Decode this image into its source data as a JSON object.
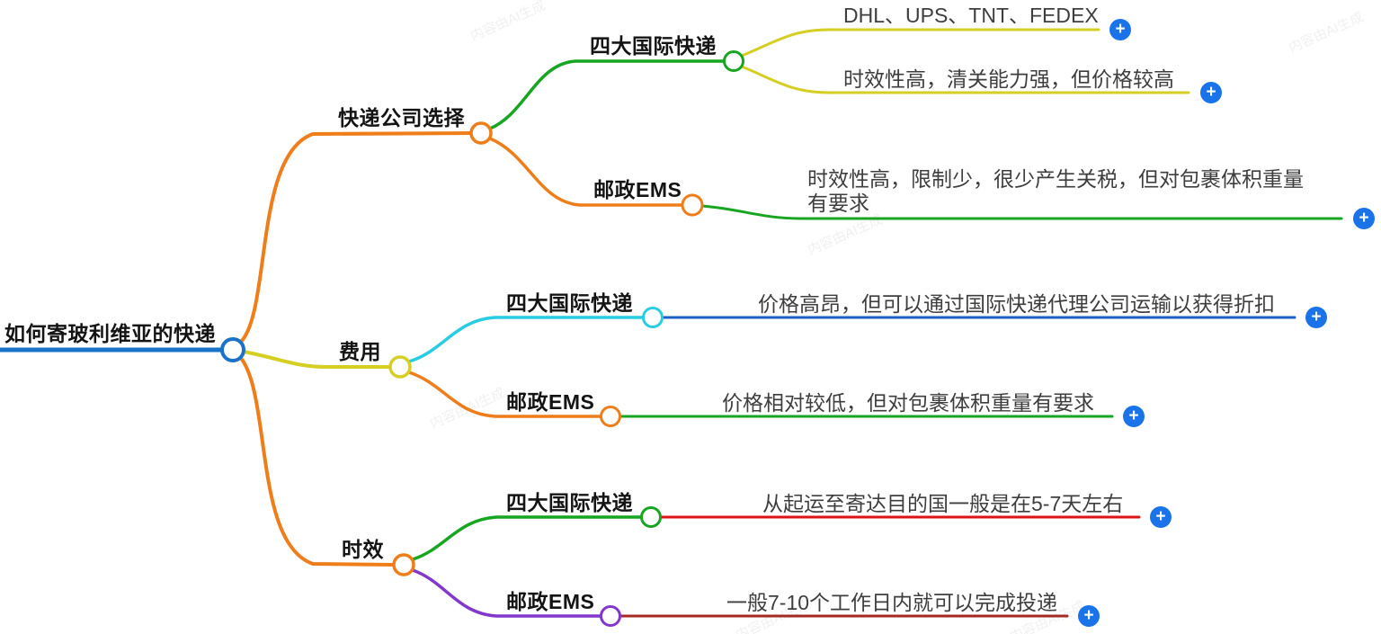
{
  "colors": {
    "blue": "#1A73C8",
    "dark_blue": "#1D5FC4",
    "orange": "#EF7D1A",
    "yellow": "#D5CE23",
    "green": "#17A522",
    "cyan": "#29CCE2",
    "red": "#DC1414",
    "dark_red": "#A52A21",
    "purple": "#8238CC",
    "plus_blue": "#1A73E8"
  },
  "icons": {
    "plus": "+"
  },
  "watermark": "内容由AI生成",
  "root": {
    "label": "如何寄玻利维亚的快递"
  },
  "branches": [
    {
      "label": "快递公司选择",
      "children": [
        {
          "label": "四大国际快递",
          "leaves": [
            "DHL、UPS、TNT、FEDEX",
            "时效性高，清关能力强，但价格较高"
          ]
        },
        {
          "label": "邮政EMS",
          "leaves": [
            "时效性高，限制少，很少产生关税，但对包裹体积重量有要求"
          ]
        }
      ]
    },
    {
      "label": "费用",
      "children": [
        {
          "label": "四大国际快递",
          "leaves": [
            "价格高昂，但可以通过国际快递代理公司运输以获得折扣"
          ]
        },
        {
          "label": "邮政EMS",
          "leaves": [
            "价格相对较低，但对包裹体积重量有要求"
          ]
        }
      ]
    },
    {
      "label": "时效",
      "children": [
        {
          "label": "四大国际快递",
          "leaves": [
            "从起运至寄达目的国一般是在5-7天左右"
          ]
        },
        {
          "label": "邮政EMS",
          "leaves": [
            "一般7-10个工作日内就可以完成投递"
          ]
        }
      ]
    }
  ]
}
